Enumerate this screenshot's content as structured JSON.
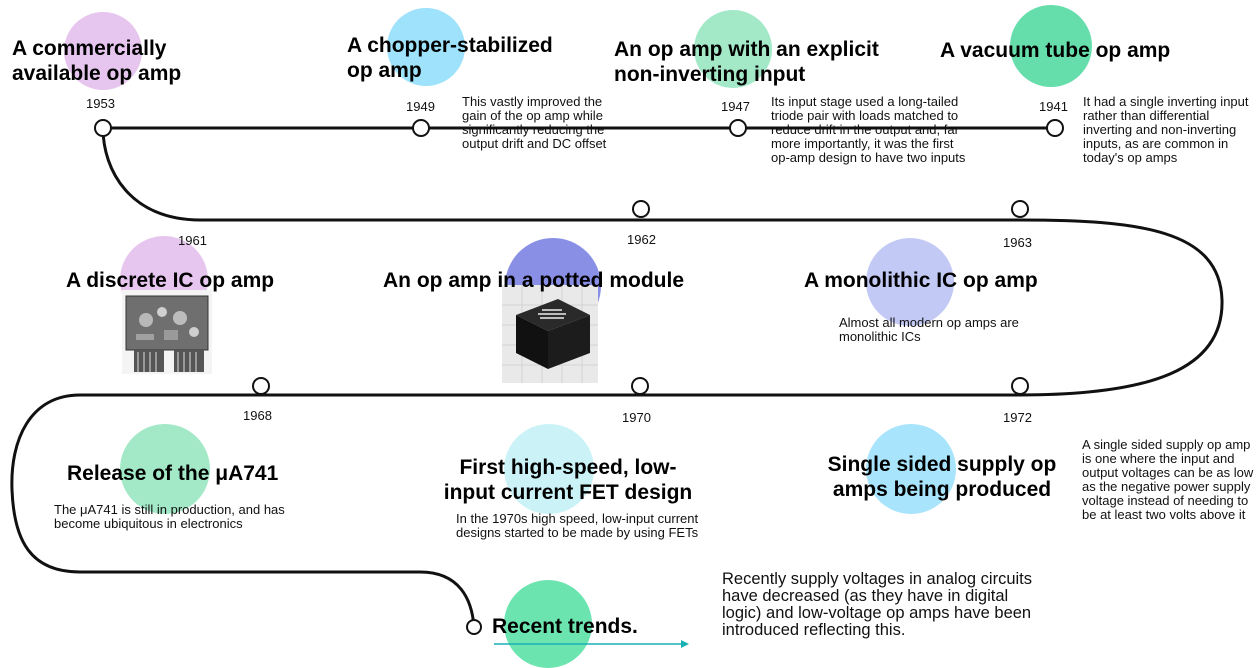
{
  "colors": {
    "line": "#111111",
    "blob_pink": "#e6c6ee",
    "blob_sky": "#9ee2fb",
    "blob_mint": "#a3e9c8",
    "blob_green": "#66deab",
    "blob_lavender": "#c3c9f5",
    "blob_blue": "#8a8fe6",
    "blob_teal": "#6be4b0",
    "blob_cyan": "#cbf3f7",
    "blob_lightblue": "#a8e4fb",
    "arrow": "#19b0b3"
  },
  "events": [
    {
      "year": "1953",
      "title": "A commercially available op amp",
      "description": ""
    },
    {
      "year": "1949",
      "title": "A chopper-stabilized op amp",
      "description": "This vastly improved the gain of the op amp while significantly reducing the output drift and DC offset"
    },
    {
      "year": "1947",
      "title": "An op amp with an explicit non-inverting input",
      "description": "Its input stage used a long-tailed triode pair with loads matched to reduce drift in the output and, far more importantly, it was the first op-amp design to have two inputs"
    },
    {
      "year": "1941",
      "title": "A vacuum tube op amp",
      "description": "It had a single inverting input rather than differential inverting and non-inverting inputs, as are common in today's op amps"
    },
    {
      "year": "1961",
      "title": "A discrete IC op amp",
      "description": ""
    },
    {
      "year": "1962",
      "title": "An op amp in a potted module",
      "description": ""
    },
    {
      "year": "1963",
      "title": "A monolithic IC op amp",
      "description": "Almost all modern op amps are monolithic ICs"
    },
    {
      "year": "1968",
      "title": "Release of the μA741",
      "description": "The μA741 is still in production, and has become ubiquitous in electronics"
    },
    {
      "year": "1970",
      "title": "First high-speed, low-input current FET design",
      "description": "In the 1970s high speed, low-input current designs started to be made by using FETs"
    },
    {
      "year": "1972",
      "title": "Single sided supply op amps being produced",
      "description": "A single sided supply op amp is one where the input and output voltages can be as low as the negative power supply voltage instead of needing to be at least two volts above it"
    }
  ],
  "recent": {
    "title": "Recent trends.",
    "description": "Recently supply voltages in analog circuits have decreased (as they have in digital logic) and low-voltage op amps have been introduced reflecting this."
  }
}
